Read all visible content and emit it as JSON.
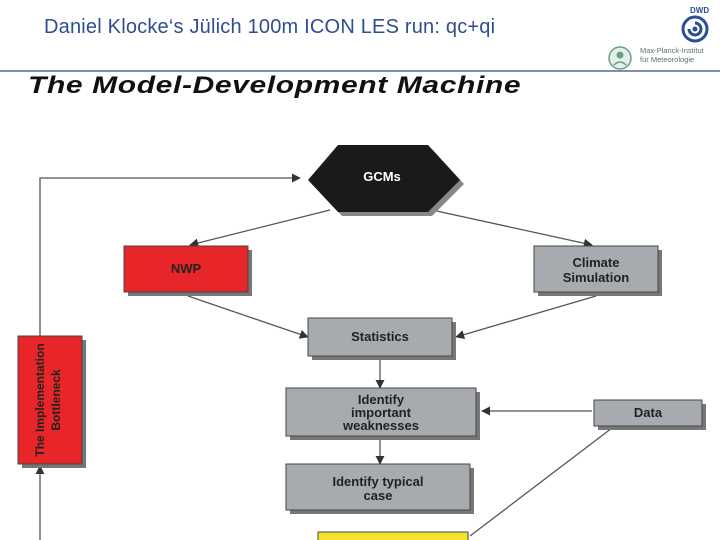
{
  "header": {
    "title": "Daniel Klocke‘s Jülich 100m ICON LES run: qc+qi",
    "logo_dwd_text": "DWD",
    "logo_mpi_text_line1": "Max-Planck-Institut",
    "logo_mpi_text_line2": "für Meteorologie"
  },
  "diagram": {
    "title": "The Model-Development Machine",
    "nodes": {
      "gcms": "GCMs",
      "nwp": "NWP",
      "climate_line1": "Climate",
      "climate_line2": "Simulation",
      "statistics": "Statistics",
      "identify_weak_line1": "Identify",
      "identify_weak_line2": "important",
      "identify_weak_line3": "weaknesses",
      "data": "Data",
      "identify_case_line1": "Identify typical",
      "identify_case_line2": "case",
      "bottleneck_line1": "The Implementation",
      "bottleneck_line2": "Bottleneck"
    },
    "colors": {
      "hexagon": "#1a1a1a",
      "nwp": "#e8262a",
      "gray_box": "#a7abb0",
      "bottleneck": "#e8262a",
      "bottom_box": "#f6e22a"
    }
  }
}
